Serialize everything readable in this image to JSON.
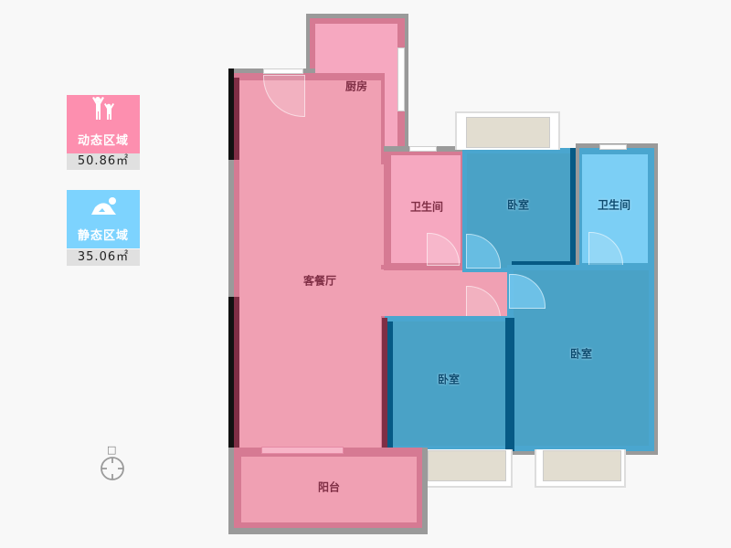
{
  "legend": {
    "dynamic": {
      "label": "动态区域",
      "value": "50.86㎡",
      "icon": "family-icon",
      "color": "#fd8faf"
    },
    "static": {
      "label": "静态区域",
      "value": "35.06㎡",
      "icon": "resting-person-icon",
      "color": "#7dd3fe"
    }
  },
  "compass": {
    "north_marker": "□",
    "icon": "compass-icon"
  },
  "rooms": {
    "kitchen": "厨房",
    "living_dining": "客餐厅",
    "bathroom_1": "卫生间",
    "bedroom_1": "卧室",
    "bathroom_2": "卫生间",
    "bedroom_2": "卧室",
    "bedroom_3": "卧室",
    "balcony": "阳台"
  },
  "colors": {
    "dynamic_zone": "#f0a0b3",
    "static_zone": "#4aa2c6",
    "static_bath": "#7ccff5",
    "wall_dark_pink": "#7f2e45",
    "wall_dark_blue": "#065a85"
  }
}
